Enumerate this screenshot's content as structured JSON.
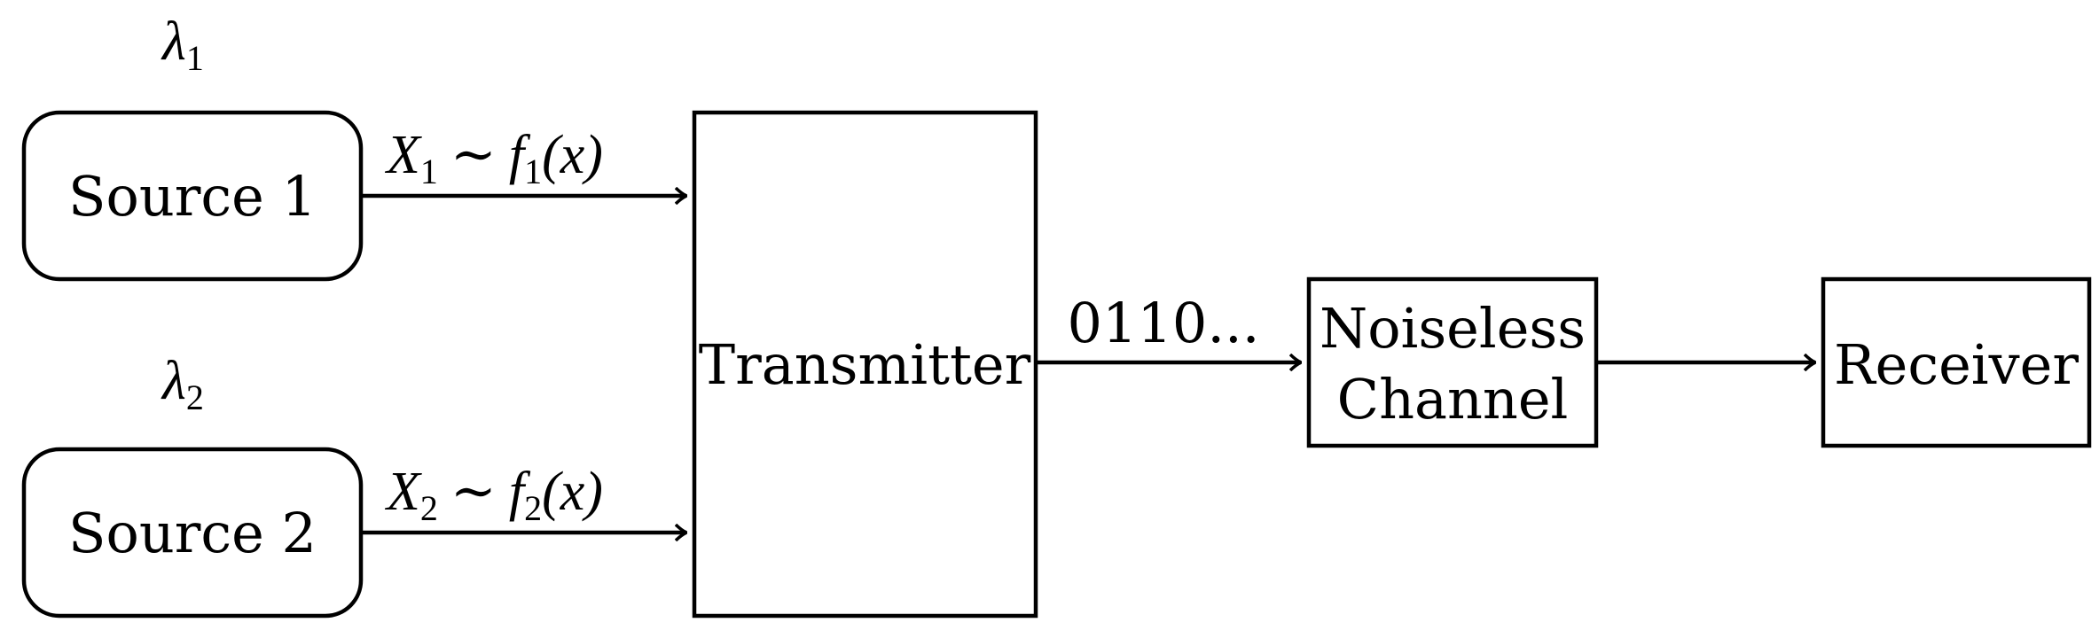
{
  "nodes": {
    "source1": {
      "label": "Source 1",
      "rate_symbol": "λ",
      "rate_index": "1"
    },
    "source2": {
      "label": "Source 2",
      "rate_symbol": "λ",
      "rate_index": "2"
    },
    "transmitter": {
      "label": "Transmitter"
    },
    "channel": {
      "label_line1": "Noiseless",
      "label_line2": "Channel"
    },
    "receiver": {
      "label": "Receiver"
    }
  },
  "edges": {
    "source1_to_transmitter": {
      "var": "X",
      "var_index": "1",
      "tilde": "∼",
      "func": "f",
      "func_index": "1",
      "arg": "(x)"
    },
    "source2_to_transmitter": {
      "var": "X",
      "var_index": "2",
      "tilde": "∼",
      "func": "f",
      "func_index": "2",
      "arg": "(x)"
    },
    "transmitter_to_channel": {
      "label": "0110..."
    },
    "channel_to_receiver": {
      "label": ""
    }
  }
}
